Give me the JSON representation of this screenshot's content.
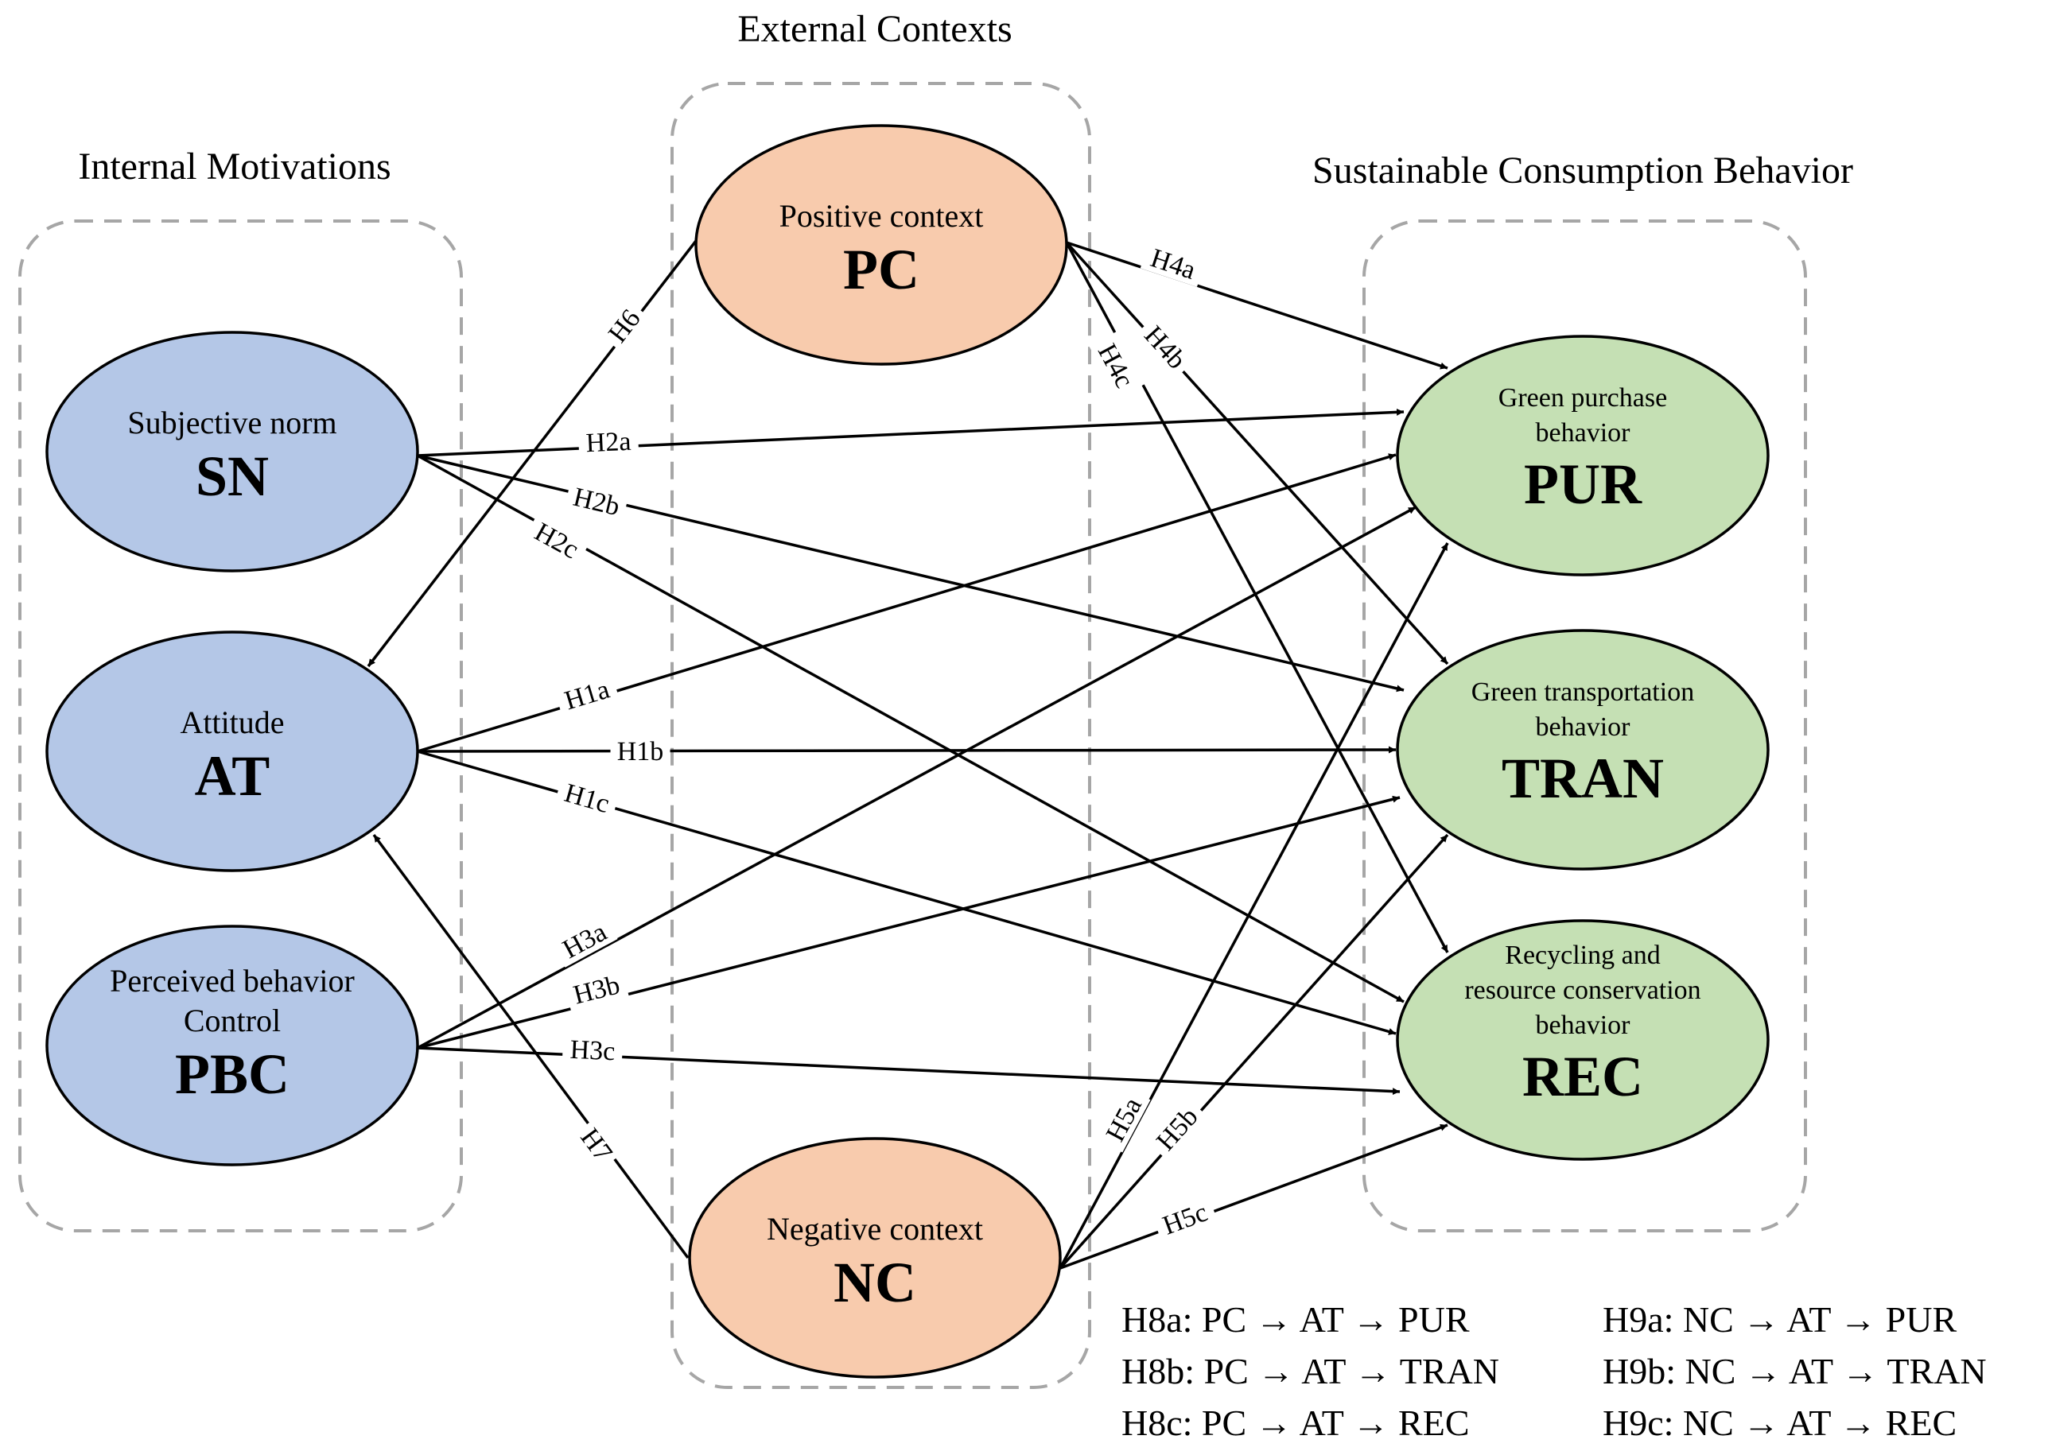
{
  "groups": {
    "internal": "Internal Motivations",
    "external": "External Contexts",
    "outcome": "Sustainable Consumption Behavior"
  },
  "nodes": {
    "sn": {
      "lines": [
        "Subjective norm"
      ],
      "abbr": "SN",
      "fill": "#b4c7e7"
    },
    "at": {
      "lines": [
        "Attitude"
      ],
      "abbr": "AT",
      "fill": "#b4c7e7"
    },
    "pbc": {
      "lines": [
        "Perceived behavior",
        "Control"
      ],
      "abbr": "PBC",
      "fill": "#b4c7e7"
    },
    "pc": {
      "lines": [
        "Positive context"
      ],
      "abbr": "PC",
      "fill": "#f8cbad"
    },
    "nc": {
      "lines": [
        "Negative context"
      ],
      "abbr": "NC",
      "fill": "#f8cbad"
    },
    "pur": {
      "lines": [
        "Green purchase",
        "behavior"
      ],
      "abbr": "PUR",
      "fill": "#c5e0b4"
    },
    "tran": {
      "lines": [
        "Green transportation",
        "behavior"
      ],
      "abbr": "TRAN",
      "fill": "#c5e0b4"
    },
    "rec": {
      "lines": [
        "Recycling and",
        "resource conservation",
        "behavior"
      ],
      "abbr": "REC",
      "fill": "#c5e0b4"
    }
  },
  "edges": [
    {
      "label": "H1a",
      "from": "at",
      "to": "pur"
    },
    {
      "label": "H1b",
      "from": "at",
      "to": "tran"
    },
    {
      "label": "H1c",
      "from": "at",
      "to": "rec"
    },
    {
      "label": "H2a",
      "from": "sn",
      "to": "pur"
    },
    {
      "label": "H2b",
      "from": "sn",
      "to": "tran"
    },
    {
      "label": "H2c",
      "from": "sn",
      "to": "rec"
    },
    {
      "label": "H3a",
      "from": "pbc",
      "to": "pur"
    },
    {
      "label": "H3b",
      "from": "pbc",
      "to": "tran"
    },
    {
      "label": "H3c",
      "from": "pbc",
      "to": "rec"
    },
    {
      "label": "H4a",
      "from": "pc",
      "to": "pur"
    },
    {
      "label": "H4b",
      "from": "pc",
      "to": "tran"
    },
    {
      "label": "H4c",
      "from": "pc",
      "to": "rec"
    },
    {
      "label": "H5a",
      "from": "nc",
      "to": "pur"
    },
    {
      "label": "H5b",
      "from": "nc",
      "to": "tran"
    },
    {
      "label": "H5c",
      "from": "nc",
      "to": "rec"
    },
    {
      "label": "H6",
      "from": "pc",
      "to": "at"
    },
    {
      "label": "H7",
      "from": "nc",
      "to": "at"
    }
  ],
  "mediation": [
    "H8a: PC → AT → PUR",
    "H8b: PC → AT → TRAN",
    "H8c: PC → AT → REC",
    "H9a: NC → AT → PUR",
    "H9b: NC → AT → TRAN",
    "H9c: NC → AT → REC"
  ],
  "colors": {
    "line": "#000000",
    "dashed_box": "#a6a6a6"
  }
}
